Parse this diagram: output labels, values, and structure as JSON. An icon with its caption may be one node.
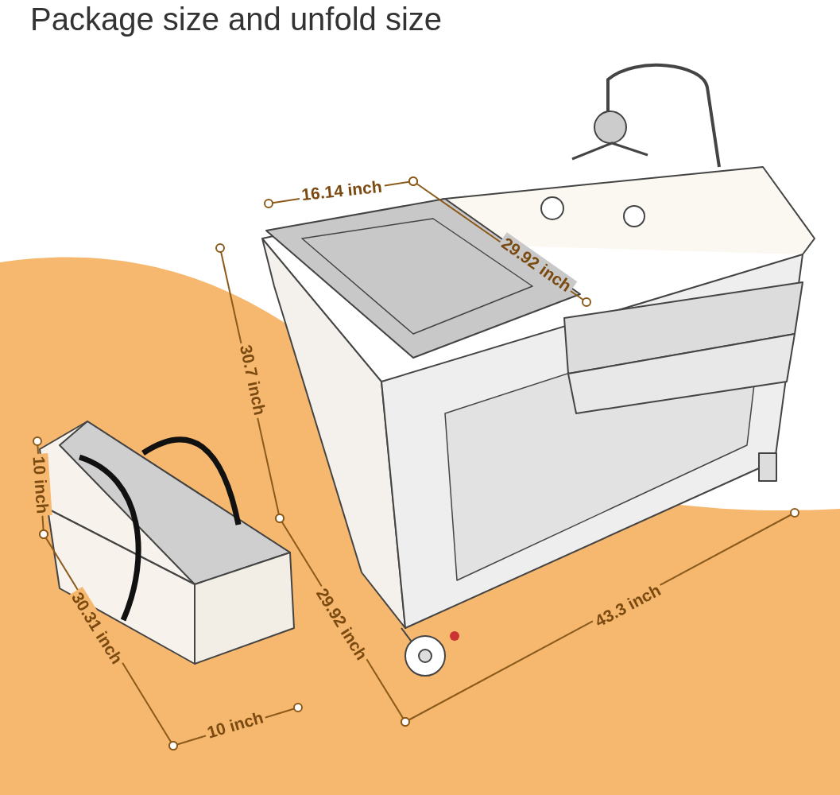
{
  "diagram": {
    "title": "Package size and unfold size",
    "labels": [
      "16.14 inch",
      "29.92 inch",
      "30.7 inch",
      "10 inch",
      "29.92 inch",
      "43.3 inch",
      "30.31 inch",
      "10 inch"
    ]
  }
}
